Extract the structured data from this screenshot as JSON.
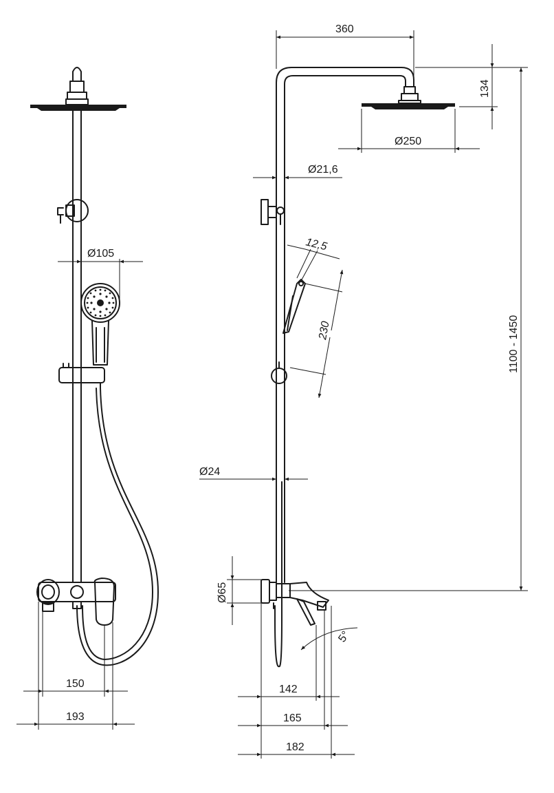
{
  "dimensions": {
    "arm_length": "360",
    "head_drop": "134",
    "head_diameter": "Ø250",
    "pipe_upper_diameter": "Ø21,6",
    "hand_shower_diameter": "Ø105",
    "hand_shower_handle_width": "12,5",
    "hand_shower_length": "230",
    "height_range": "1100 - 1450",
    "pipe_lower_diameter": "Ø24",
    "mixer_diameter": "Ø65",
    "spout_angle": "5°",
    "mixer_center_distance": "150",
    "mixer_width": "193",
    "projection_1": "142",
    "projection_2": "165",
    "projection_3": "182"
  }
}
